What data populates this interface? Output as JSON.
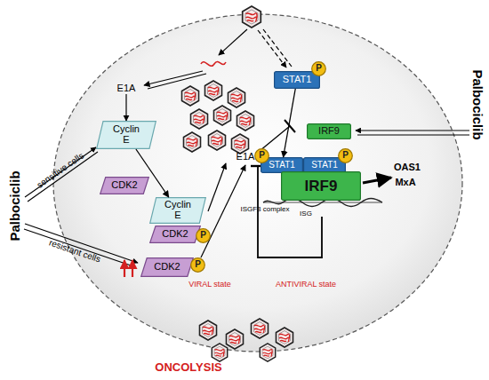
{
  "diagram": {
    "nodes": [
      {
        "text": [
          "Cyclin E"
        ]
      },
      {
        "text": [
          "CDK2"
        ]
      },
      {
        "text": [
          "Cyclin E"
        ]
      },
      {
        "text": [
          "CDK2"
        ]
      },
      {
        "text": [
          "CDK2"
        ]
      },
      {
        "text": [
          "STAT1"
        ]
      },
      {
        "text": [
          "IRF9"
        ]
      },
      {
        "text": [
          "STAT1"
        ]
      },
      {
        "text": [
          "STAT1"
        ]
      },
      {
        "text": [
          "IRF9"
        ]
      },
      {
        "text": [
          "P"
        ]
      },
      {
        "text": [
          "P"
        ]
      },
      {
        "text": [
          "P"
        ]
      },
      {
        "text": [
          "P"
        ]
      },
      {
        "text": [
          "P"
        ]
      }
    ],
    "edges": [
      {
        "from": 0,
        "to": 2,
        "arrow": "to"
      },
      {
        "from": 5,
        "to": 7,
        "arrow": "to"
      }
    ],
    "labels": [
      "E1A",
      "E1A",
      "Palbociclib",
      "Palbociclib",
      "sensitive cells",
      "resistant cells",
      "ISGF3 complex",
      "ISG",
      "OAS1",
      "MxA",
      "VIRAL state",
      "ANTIVIRAL state",
      "ONCOLYSIS"
    ]
  }
}
